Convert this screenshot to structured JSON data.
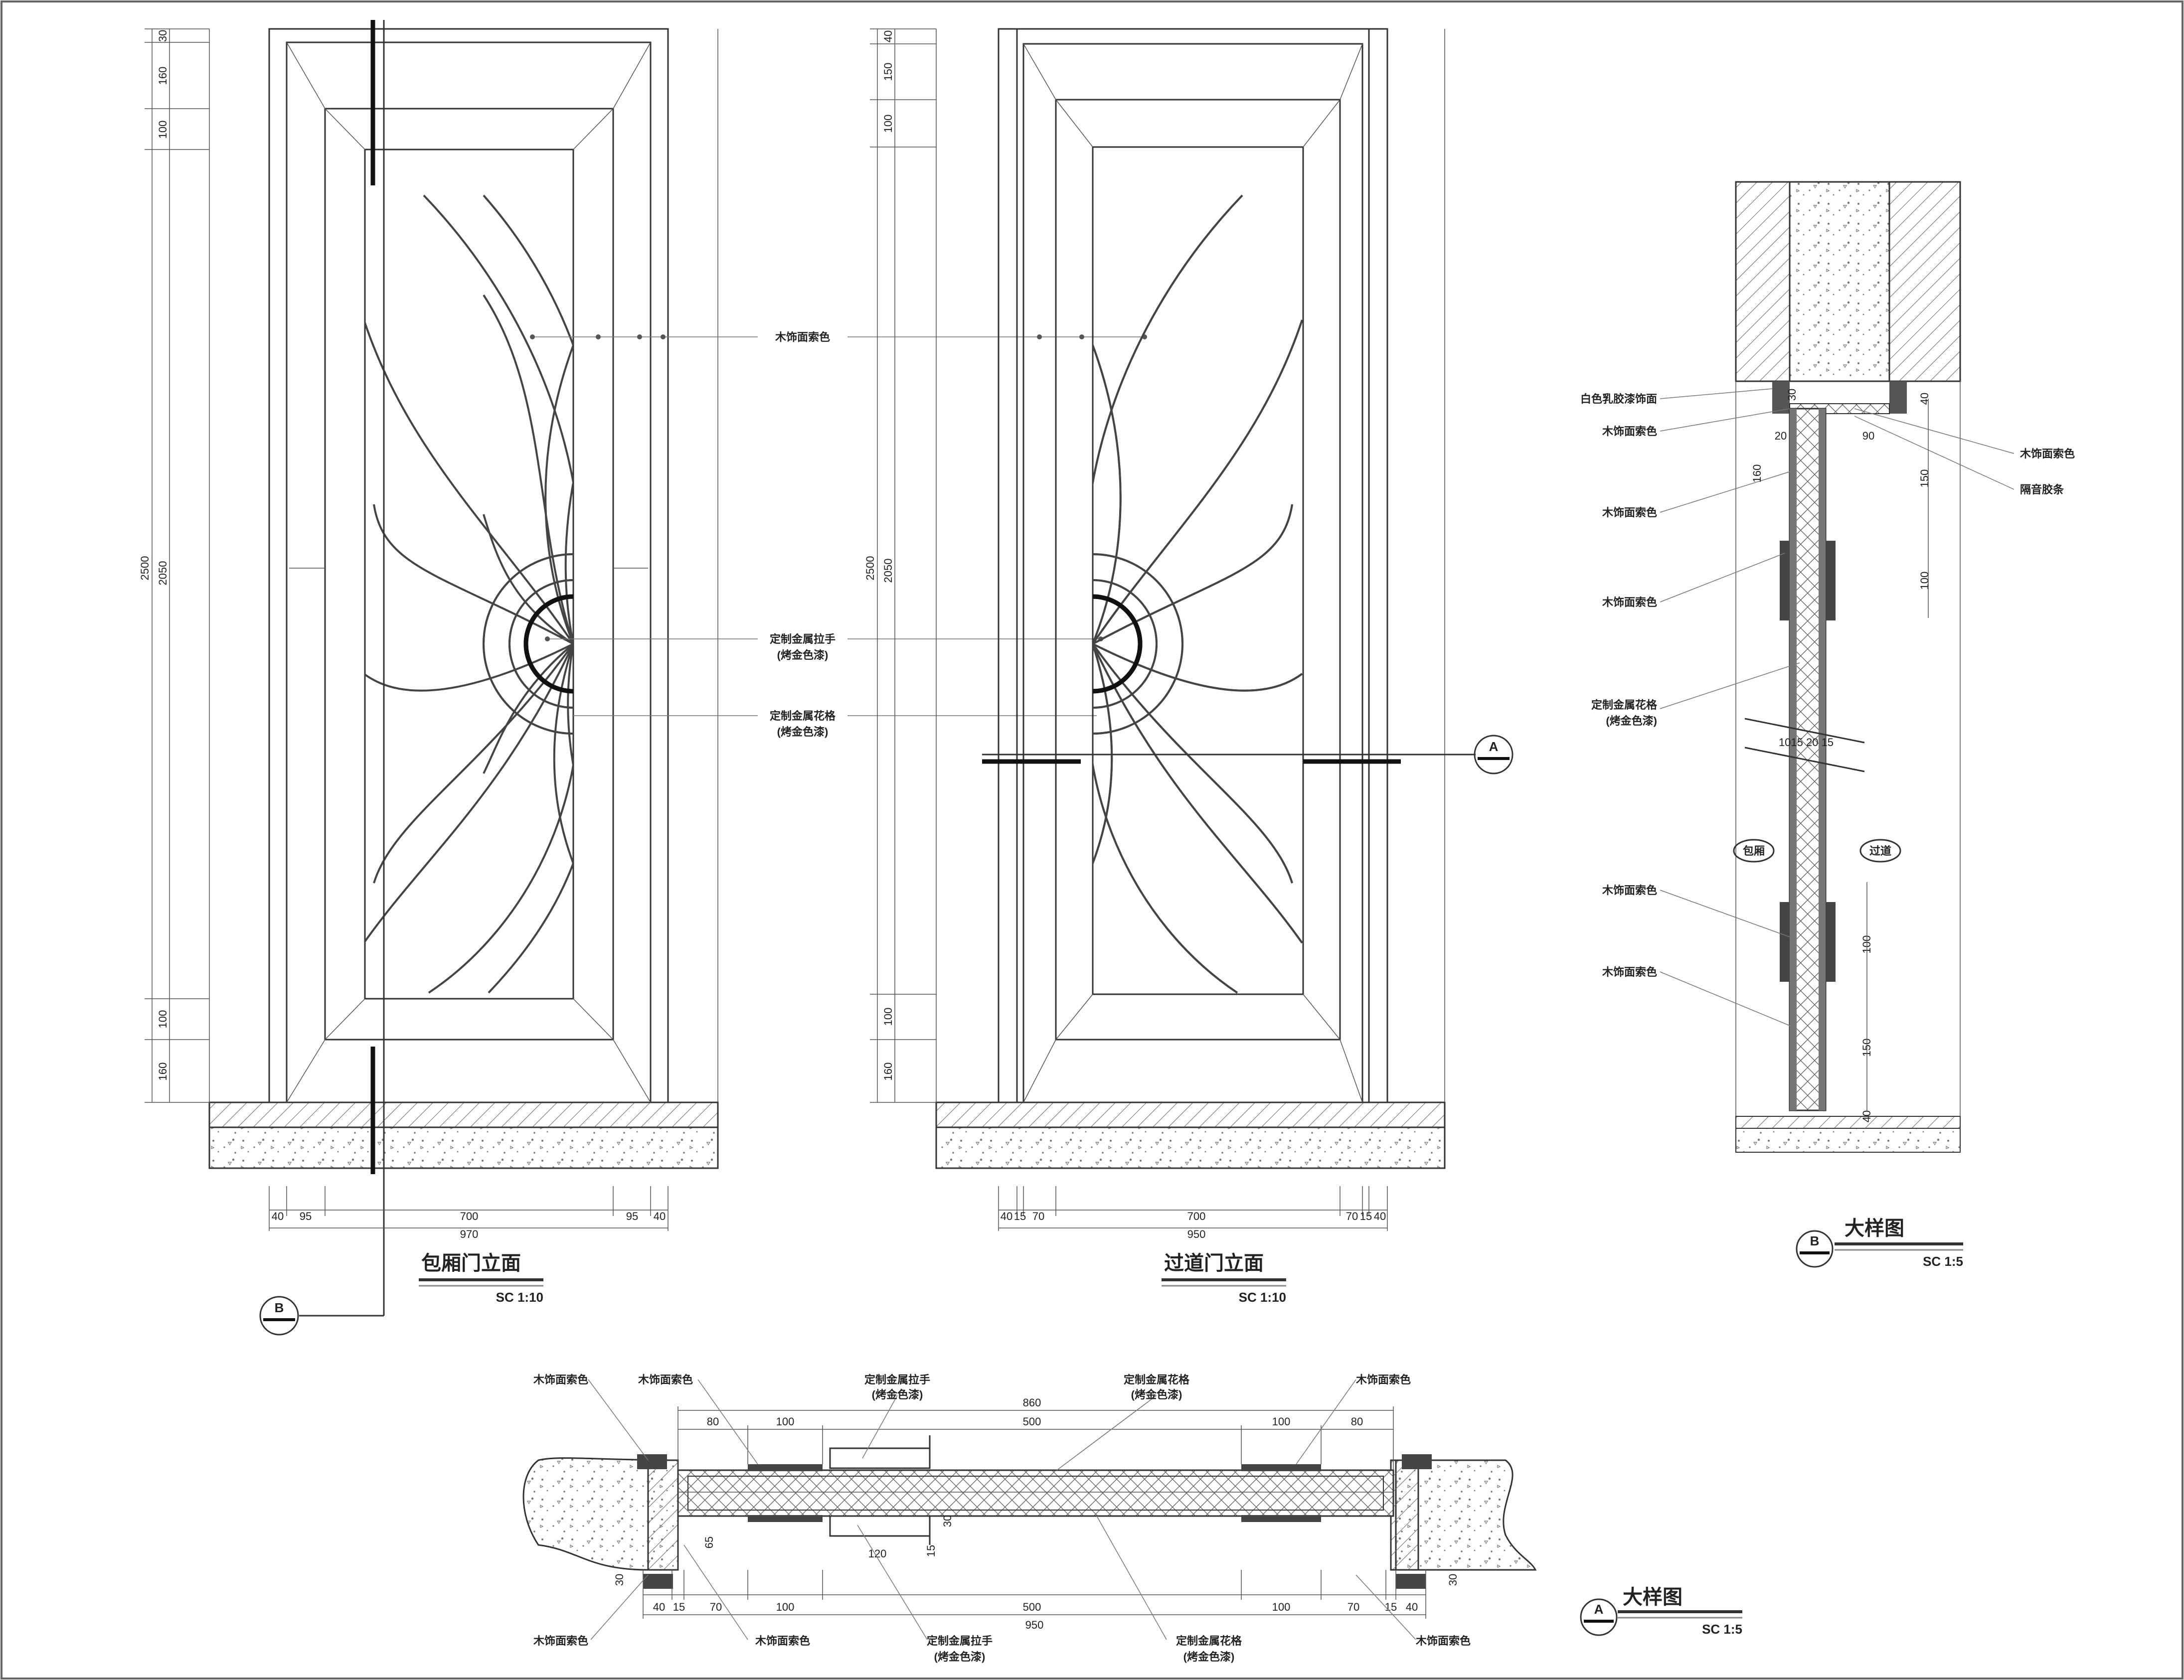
{
  "elevation_1": {
    "title": "包厢门立面",
    "scale": "SC 1:10",
    "dims_bottom": [
      "40",
      "95",
      "700",
      "95",
      "40"
    ],
    "dim_total": "970",
    "dims_left": [
      "30",
      "160",
      "100",
      "2050",
      "100",
      "160"
    ],
    "dim_height": "2500",
    "section_tag": "B"
  },
  "elevation_2": {
    "title": "过道门立面",
    "scale": "SC 1:10",
    "dims_bottom": [
      "40",
      "15",
      "70",
      "700",
      "70",
      "15",
      "40"
    ],
    "dim_total": "950",
    "dims_left": [
      "40",
      "150",
      "100",
      "2050",
      "100",
      "160"
    ],
    "dim_height": "2500",
    "section_tag": "A"
  },
  "callouts_center": {
    "wood": "木饰面索色",
    "handle_1": "定制金属拉手",
    "handle_2": "(烤金色漆)",
    "grille_1": "定制金属花格",
    "grille_2": "(烤金色漆)"
  },
  "detail_b": {
    "title": "大样图",
    "scale": "SC 1:5",
    "tag": "B",
    "label_latex": "白色乳胶漆饰面",
    "label_wood": "木饰面索色",
    "label_grille_1": "定制金属花格",
    "label_grille_2": "(烤金色漆)",
    "label_right_wood": "木饰面索色",
    "label_seal": "隔音胶条",
    "room_left": "包厢",
    "room_right": "过道",
    "dims": [
      "30",
      "20",
      "90",
      "40",
      "160",
      "150",
      "100",
      "100",
      "150",
      "40"
    ],
    "dim_mid": "1015 20 15"
  },
  "detail_a": {
    "title": "大样图",
    "scale": "SC 1:5",
    "tag": "A",
    "label_wood": "木饰面索色",
    "label_handle_1": "定制金属拉手",
    "label_handle_2": "(烤金色漆)",
    "label_grille_1": "定制金属花格",
    "label_grille_2": "(烤金色漆)",
    "dims_top": [
      "80",
      "100",
      "500",
      "100",
      "80"
    ],
    "dim_top_total": "860",
    "dims_bottom": [
      "40",
      "15",
      "70",
      "100",
      "500",
      "100",
      "70",
      "15",
      "40"
    ],
    "dim_bottom_total": "950",
    "dims_misc": [
      "65",
      "30",
      "30",
      "120",
      "15",
      "30"
    ]
  }
}
